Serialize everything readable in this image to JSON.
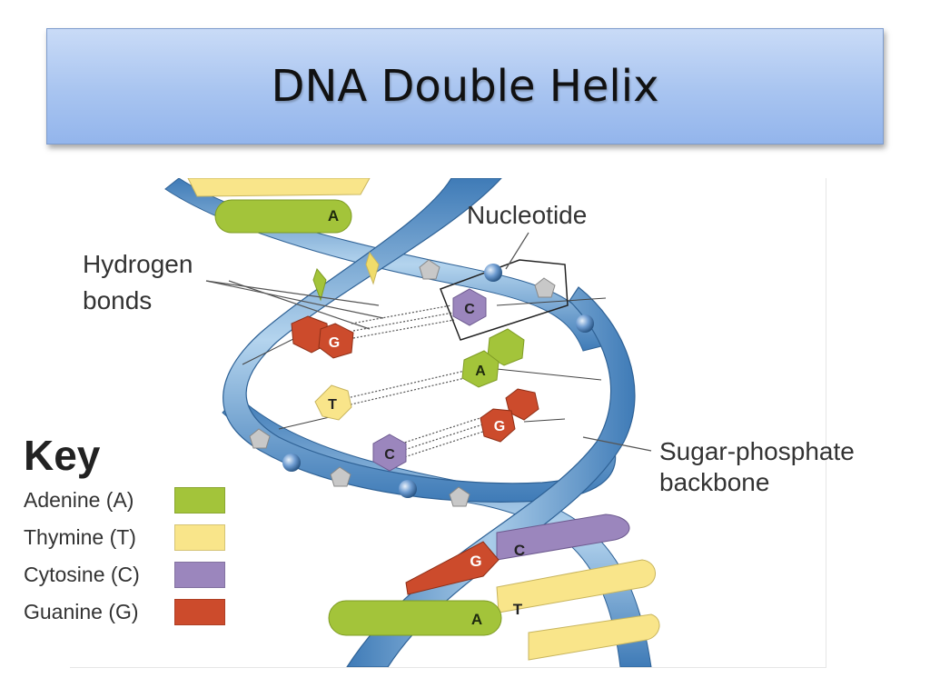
{
  "title": "DNA Double Helix",
  "labels": {
    "hydrogen_bonds_line1": "Hydrogen",
    "hydrogen_bonds_line2": "bonds",
    "nucleotide": "Nucleotide",
    "backbone_line1": "Sugar-phosphate",
    "backbone_line2": "backbone"
  },
  "key": {
    "title": "Key",
    "items": [
      {
        "label": "Adenine (A)",
        "color": "#a3c43a"
      },
      {
        "label": "Thymine (T)",
        "color": "#f9e58a"
      },
      {
        "label": "Cytosine (C)",
        "color": "#9b86bd"
      },
      {
        "label": "Guanine (G)",
        "color": "#cc4b2c"
      }
    ]
  },
  "bases": {
    "a_top": "A",
    "c_nucleotide": "C",
    "g_left": "G",
    "a_mid": "A",
    "t_left": "T",
    "g_right": "G",
    "c_lower": "C",
    "g_bottom": "G",
    "c_bottom": "C",
    "a_bottom": "A",
    "t_bottom": "T"
  },
  "colors": {
    "strand": "#5b94c8",
    "strand_light": "#a9cce9",
    "adenine": "#a3c43a",
    "thymine": "#f9e58a",
    "cytosine": "#9b86bd",
    "guanine": "#cc4b2c"
  }
}
